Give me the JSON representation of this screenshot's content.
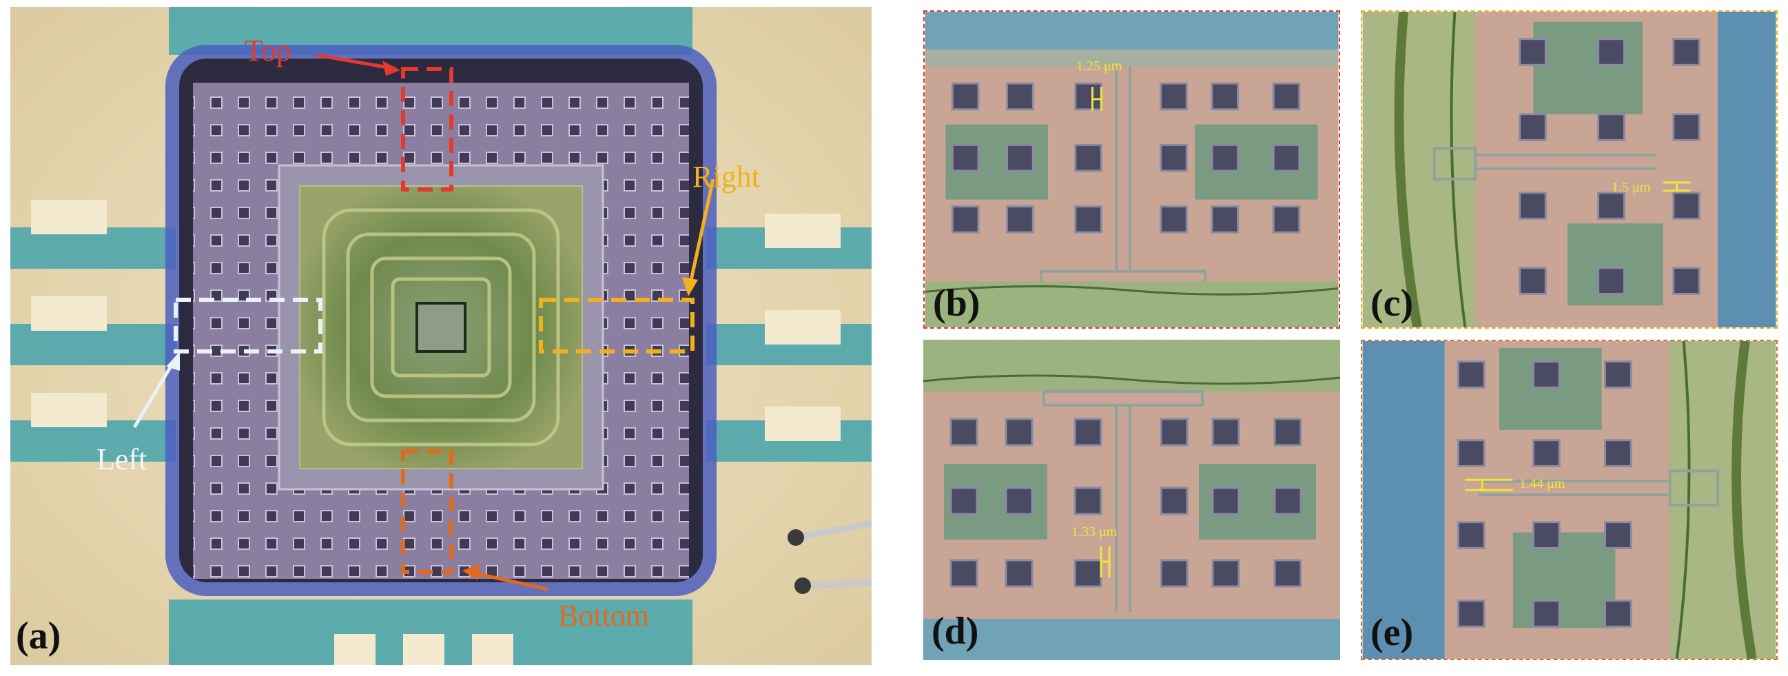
{
  "panels": {
    "a": {
      "label": "(a)"
    },
    "b": {
      "label": "(b)",
      "scale": "1.25 μm"
    },
    "c": {
      "label": "(c)",
      "scale": "1.5 μm"
    },
    "d": {
      "label": "(d)",
      "scale": "1.33 μm"
    },
    "e": {
      "label": "(e)",
      "scale": "1.44 μm"
    }
  },
  "annotations": {
    "top": "Top",
    "right": "Right",
    "left": "Left",
    "bottom": "Bottom"
  },
  "colors": {
    "top": "#e23a2e",
    "right": "#f2b01e",
    "left": "#e8f2f8",
    "bottom": "#e06a1e",
    "scale": "#f2e53a"
  }
}
